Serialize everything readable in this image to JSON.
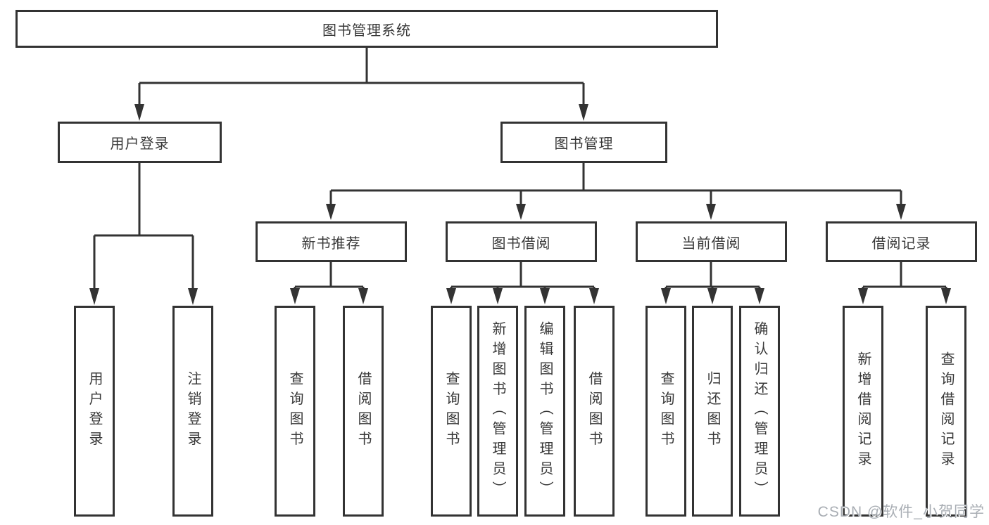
{
  "diagram": {
    "title_node": {
      "label": "图书管理系统"
    },
    "level2": [
      {
        "label": "用户登录"
      },
      {
        "label": "图书管理"
      }
    ],
    "level3": [
      {
        "label": "新书推荐"
      },
      {
        "label": "图书借阅"
      },
      {
        "label": "当前借阅"
      },
      {
        "label": "借阅记录"
      }
    ],
    "leaves": [
      {
        "label": "用户登录",
        "parent": "用户登录"
      },
      {
        "label": "注销登录",
        "parent": "用户登录"
      },
      {
        "label": "查询图书",
        "parent": "新书推荐"
      },
      {
        "label": "借阅图书",
        "parent": "新书推荐"
      },
      {
        "label": "查询图书",
        "parent": "图书借阅"
      },
      {
        "label": "新增图书（管理员）",
        "parent": "图书借阅"
      },
      {
        "label": "编辑图书（管理员）",
        "parent": "图书借阅"
      },
      {
        "label": "借阅图书",
        "parent": "图书借阅"
      },
      {
        "label": "查询图书",
        "parent": "当前借阅"
      },
      {
        "label": "归还图书",
        "parent": "当前借阅"
      },
      {
        "label": "确认归还（管理员）",
        "parent": "当前借阅"
      },
      {
        "label": "新增借阅记录",
        "parent": "借阅记录"
      },
      {
        "label": "查询借阅记录",
        "parent": "借阅记录"
      }
    ]
  },
  "watermark": {
    "text": "CSDN @软件_小贺同学"
  },
  "colors": {
    "line": "#333333",
    "box_border": "#333333",
    "box_bg": "#ffffff",
    "text": "#383838",
    "watermark": "#a9aeb4"
  }
}
